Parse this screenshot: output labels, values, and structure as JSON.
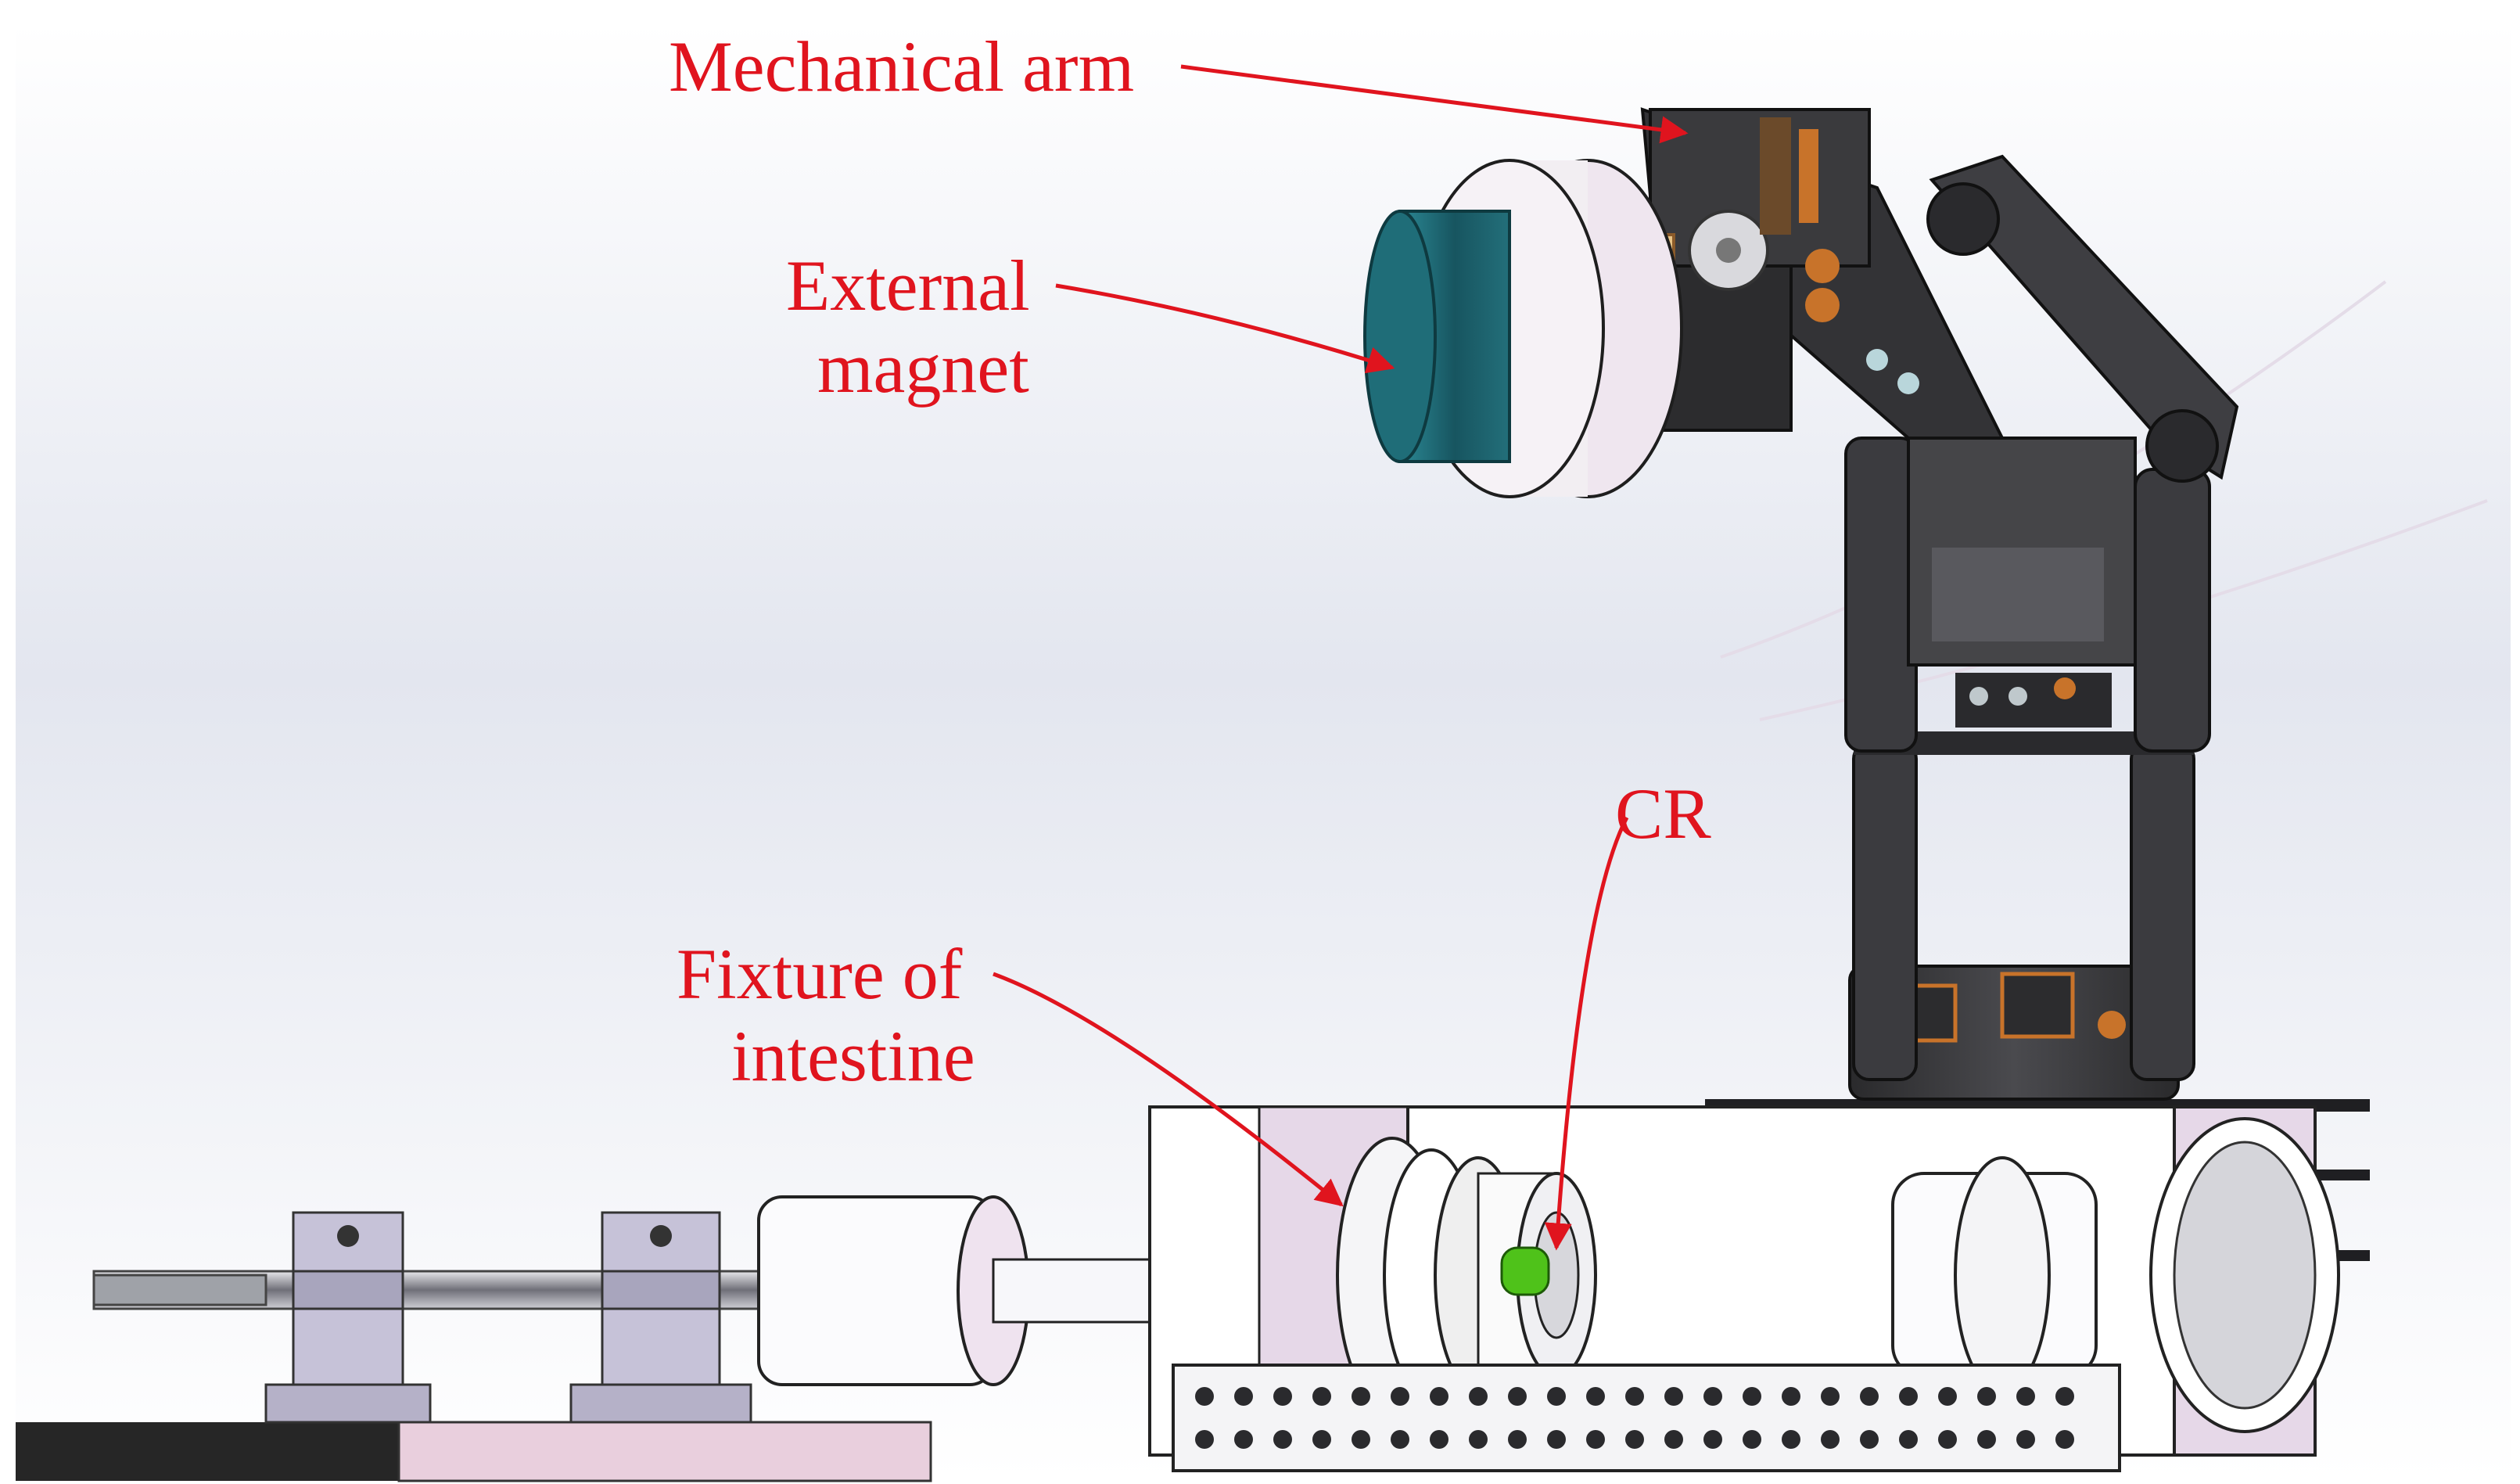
{
  "labels": {
    "mechanical_arm": "Mechanical arm",
    "external_magnet_line1": "External",
    "external_magnet_line2": "magnet",
    "cr": "CR",
    "fixture_line1": "Fixture of",
    "fixture_line2": "intestine"
  },
  "colors": {
    "label": "#e0141e",
    "arm_dark": "#3a3a3c",
    "magnet_teal": "#1f6d78",
    "magnet_plate": "#eee6ee",
    "fixture_white": "#ffffff",
    "fixture_pink": "#d9c8dc",
    "capsule_green": "#4fc21a",
    "bracket_lavender": "#b5b1c8",
    "base_black": "#262626",
    "base_pink": "#e9cfdd",
    "connector_orange": "#c8732a"
  }
}
